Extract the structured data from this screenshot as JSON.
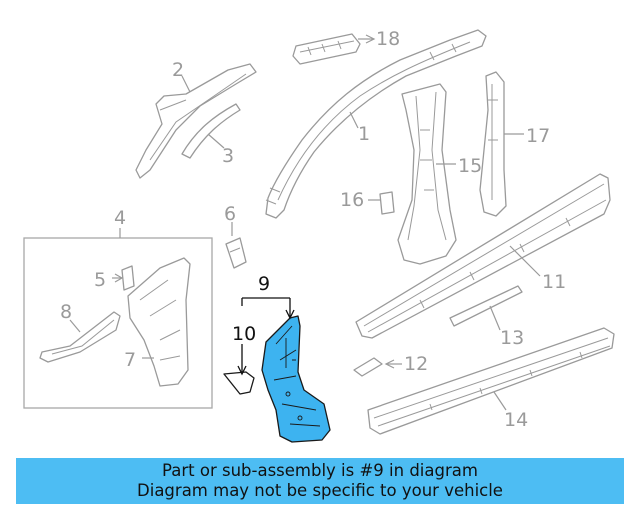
{
  "diagram": {
    "callouts": {
      "c1": "1",
      "c2": "2",
      "c3": "3",
      "c4": "4",
      "c5": "5",
      "c6": "6",
      "c7": "7",
      "c8": "8",
      "c9": "9",
      "c10": "10",
      "c11": "11",
      "c12": "12",
      "c13": "13",
      "c14": "14",
      "c15": "15",
      "c16": "16",
      "c17": "17",
      "c18": "18"
    },
    "highlighted_part": "9",
    "highlight_color": "#3db3f0",
    "outline_color": "#9a9a9a"
  },
  "banner": {
    "line1": "Part or sub-assembly is #9 in diagram",
    "line2": "Diagram may not be specific to your vehicle",
    "color": "#4dbdf3"
  }
}
